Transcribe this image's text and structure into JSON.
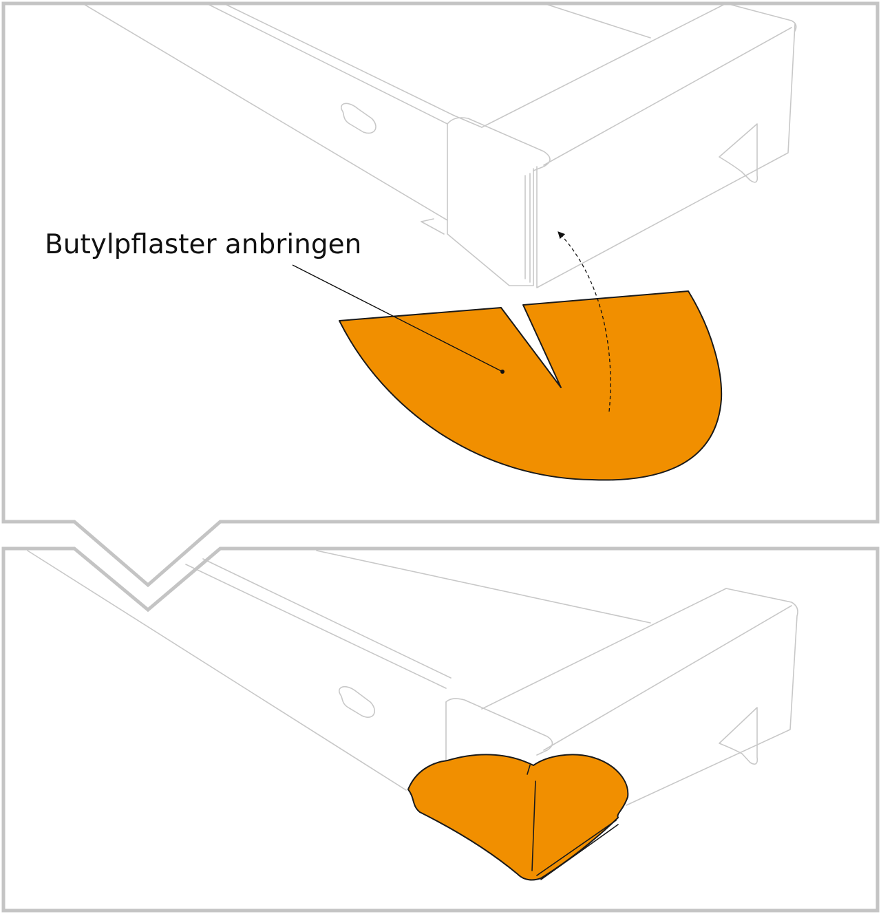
{
  "instruction": {
    "label": "Butylpflaster anbringen"
  },
  "colors": {
    "patch_fill": "#F18F00",
    "frame": "#C4C4C4",
    "outline": "#C8C8C8",
    "ink": "#111111"
  },
  "panels": [
    {
      "step": "before",
      "content": "flat butyl patch with V-notch below frame corner, dashed fold arrow"
    },
    {
      "step": "after",
      "content": "butyl patch folded over frame corner"
    }
  ]
}
